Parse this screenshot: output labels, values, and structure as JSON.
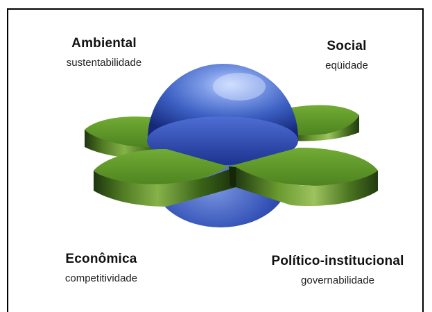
{
  "dimensions": [
    {
      "id": "ambiental",
      "title": "Ambiental",
      "subtitle": "sustentabilidade"
    },
    {
      "id": "social",
      "title": "Social",
      "subtitle": "eqüidade"
    },
    {
      "id": "economica",
      "title": "Econômica",
      "subtitle": "competitividade"
    },
    {
      "id": "politico",
      "title": "Político-institucional",
      "subtitle": "governabilidade"
    }
  ],
  "colors": {
    "petal_top": "#5f9a2a",
    "petal_side_light": "#6f9d3a",
    "petal_side_dark": "#1e3510",
    "sphere_light": "#b8d0ff",
    "sphere_mid": "#3f63c8",
    "sphere_dark": "#142a7a",
    "frame": "#000000"
  }
}
